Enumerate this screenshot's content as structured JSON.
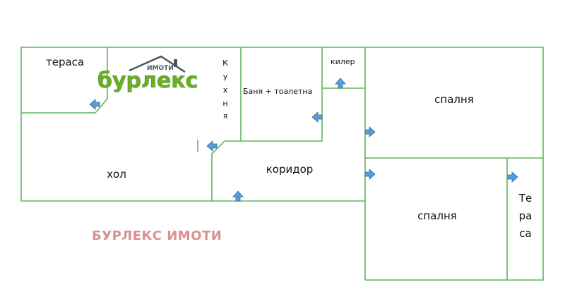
{
  "rooms": {
    "terrace_top": "тераса",
    "kitchen_letters": [
      "К",
      "у",
      "х",
      "н",
      "я"
    ],
    "bathroom": "Баня + тоалетна",
    "pantry": "килер",
    "bedroom_top": "спалня",
    "hall": "хол",
    "corridor": "коридор",
    "bedroom_bottom": "спалня",
    "terrace_right_lines": [
      "Те",
      "ра",
      "са"
    ]
  },
  "logo": {
    "main": "бурлекс",
    "sub": "ИМОТИ"
  },
  "watermark": "БУРЛЕКС ИМОТИ",
  "colors": {
    "walls": "#5cb85c",
    "arrow_fill": "#5b9bd5",
    "arrow_stroke": "#2e6ca8",
    "logo_green": "#6ab023",
    "logo_dark": "#4a5560",
    "watermark": "#d9928e"
  }
}
